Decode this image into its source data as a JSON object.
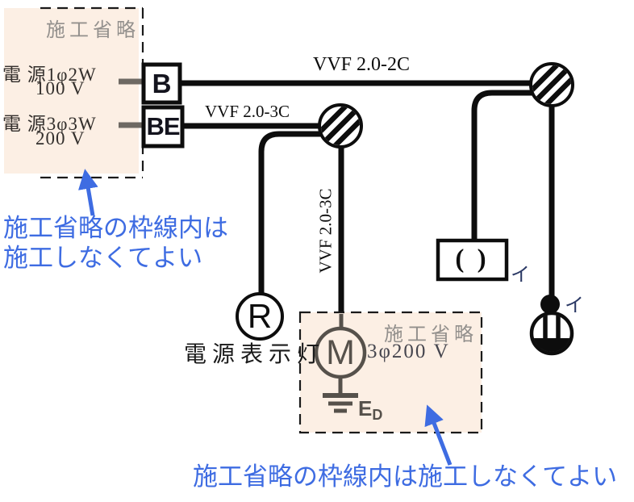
{
  "colors": {
    "accent_blue": "#3e6ce2",
    "panel_peach": "#fcefe4",
    "wire_black": "#0d0d0d",
    "omit_gray": "#93908d",
    "motor_gray": "#56514b",
    "source_stub_gray": "#6e6963"
  },
  "source_panel": {
    "label": "施工省略",
    "source1": {
      "name": "電 源1φ2W",
      "voltage": "100 V"
    },
    "source2": {
      "name": "電 源3φ3W",
      "voltage": "200 V"
    }
  },
  "breakers": {
    "b": "B",
    "be": "BE"
  },
  "cables": {
    "top": "VVF 2.0-2C",
    "mid": "VVF 2.0-3C",
    "vertical": "VVF 2.0-3C"
  },
  "lamp": {
    "symbol": "R",
    "caption": "電源表示灯"
  },
  "motor_panel": {
    "label": "施工省略",
    "symbol": "M",
    "rating": "3φ200 V",
    "ground": "E",
    "ground_sub": "D"
  },
  "switch": {
    "symbol": "( )",
    "tag": "イ"
  },
  "pendant": {
    "tag": "イ"
  },
  "annotations": {
    "left_note_line1": "施工省略の枠線内は",
    "left_note_line2": "施工しなくてよい",
    "bottom_note": "施工省略の枠線内は施工しなくてよい"
  }
}
